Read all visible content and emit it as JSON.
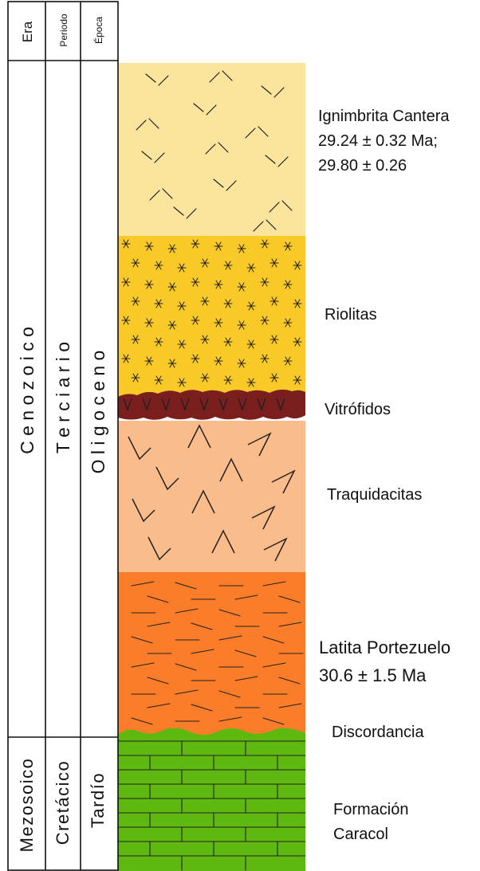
{
  "header": {
    "era": "Era",
    "periodo": "Periodo",
    "epoca": "Época"
  },
  "columns": {
    "era_upper": "C e n o z o i c o",
    "periodo_upper": "T e r c i a r i o",
    "epoca_upper": "O l i g o c e n o",
    "era_lower": "Mezosoico",
    "periodo_lower": "Cretácico",
    "epoca_lower": "Tardío"
  },
  "units": [
    {
      "name": "ignimbrita-cantera",
      "color": "#fbe49c",
      "symbol": "ignimbrite-cross"
    },
    {
      "name": "riolitas",
      "color": "#f9c928",
      "symbol": "rhyolite-star"
    },
    {
      "name": "vitrofidos",
      "color": "#7a1e1e",
      "symbol": "v-marks"
    },
    {
      "name": "traquidacitas",
      "color": "#fbbc8b",
      "symbol": "trachyte-chevron"
    },
    {
      "name": "latita-portezuelo",
      "color": "#fb7d2a",
      "symbol": "dashes"
    },
    {
      "name": "formacion-caracol",
      "color": "#5fb80f",
      "symbol": "brick"
    }
  ],
  "labels": {
    "ignimbrita": [
      "Ignimbrita Cantera",
      "29.24 ± 0.32 Ma;",
      "29.80 ± 0.26"
    ],
    "riolitas": "Riolitas",
    "vitrofidos": "Vitrófidos",
    "traquidacitas": "Traquidacitas",
    "latita": [
      "Latita Portezuelo",
      "30.6 ± 1.5 Ma"
    ],
    "discordancia": "Discordancia",
    "caracol": [
      "Formación",
      "Caracol"
    ]
  }
}
